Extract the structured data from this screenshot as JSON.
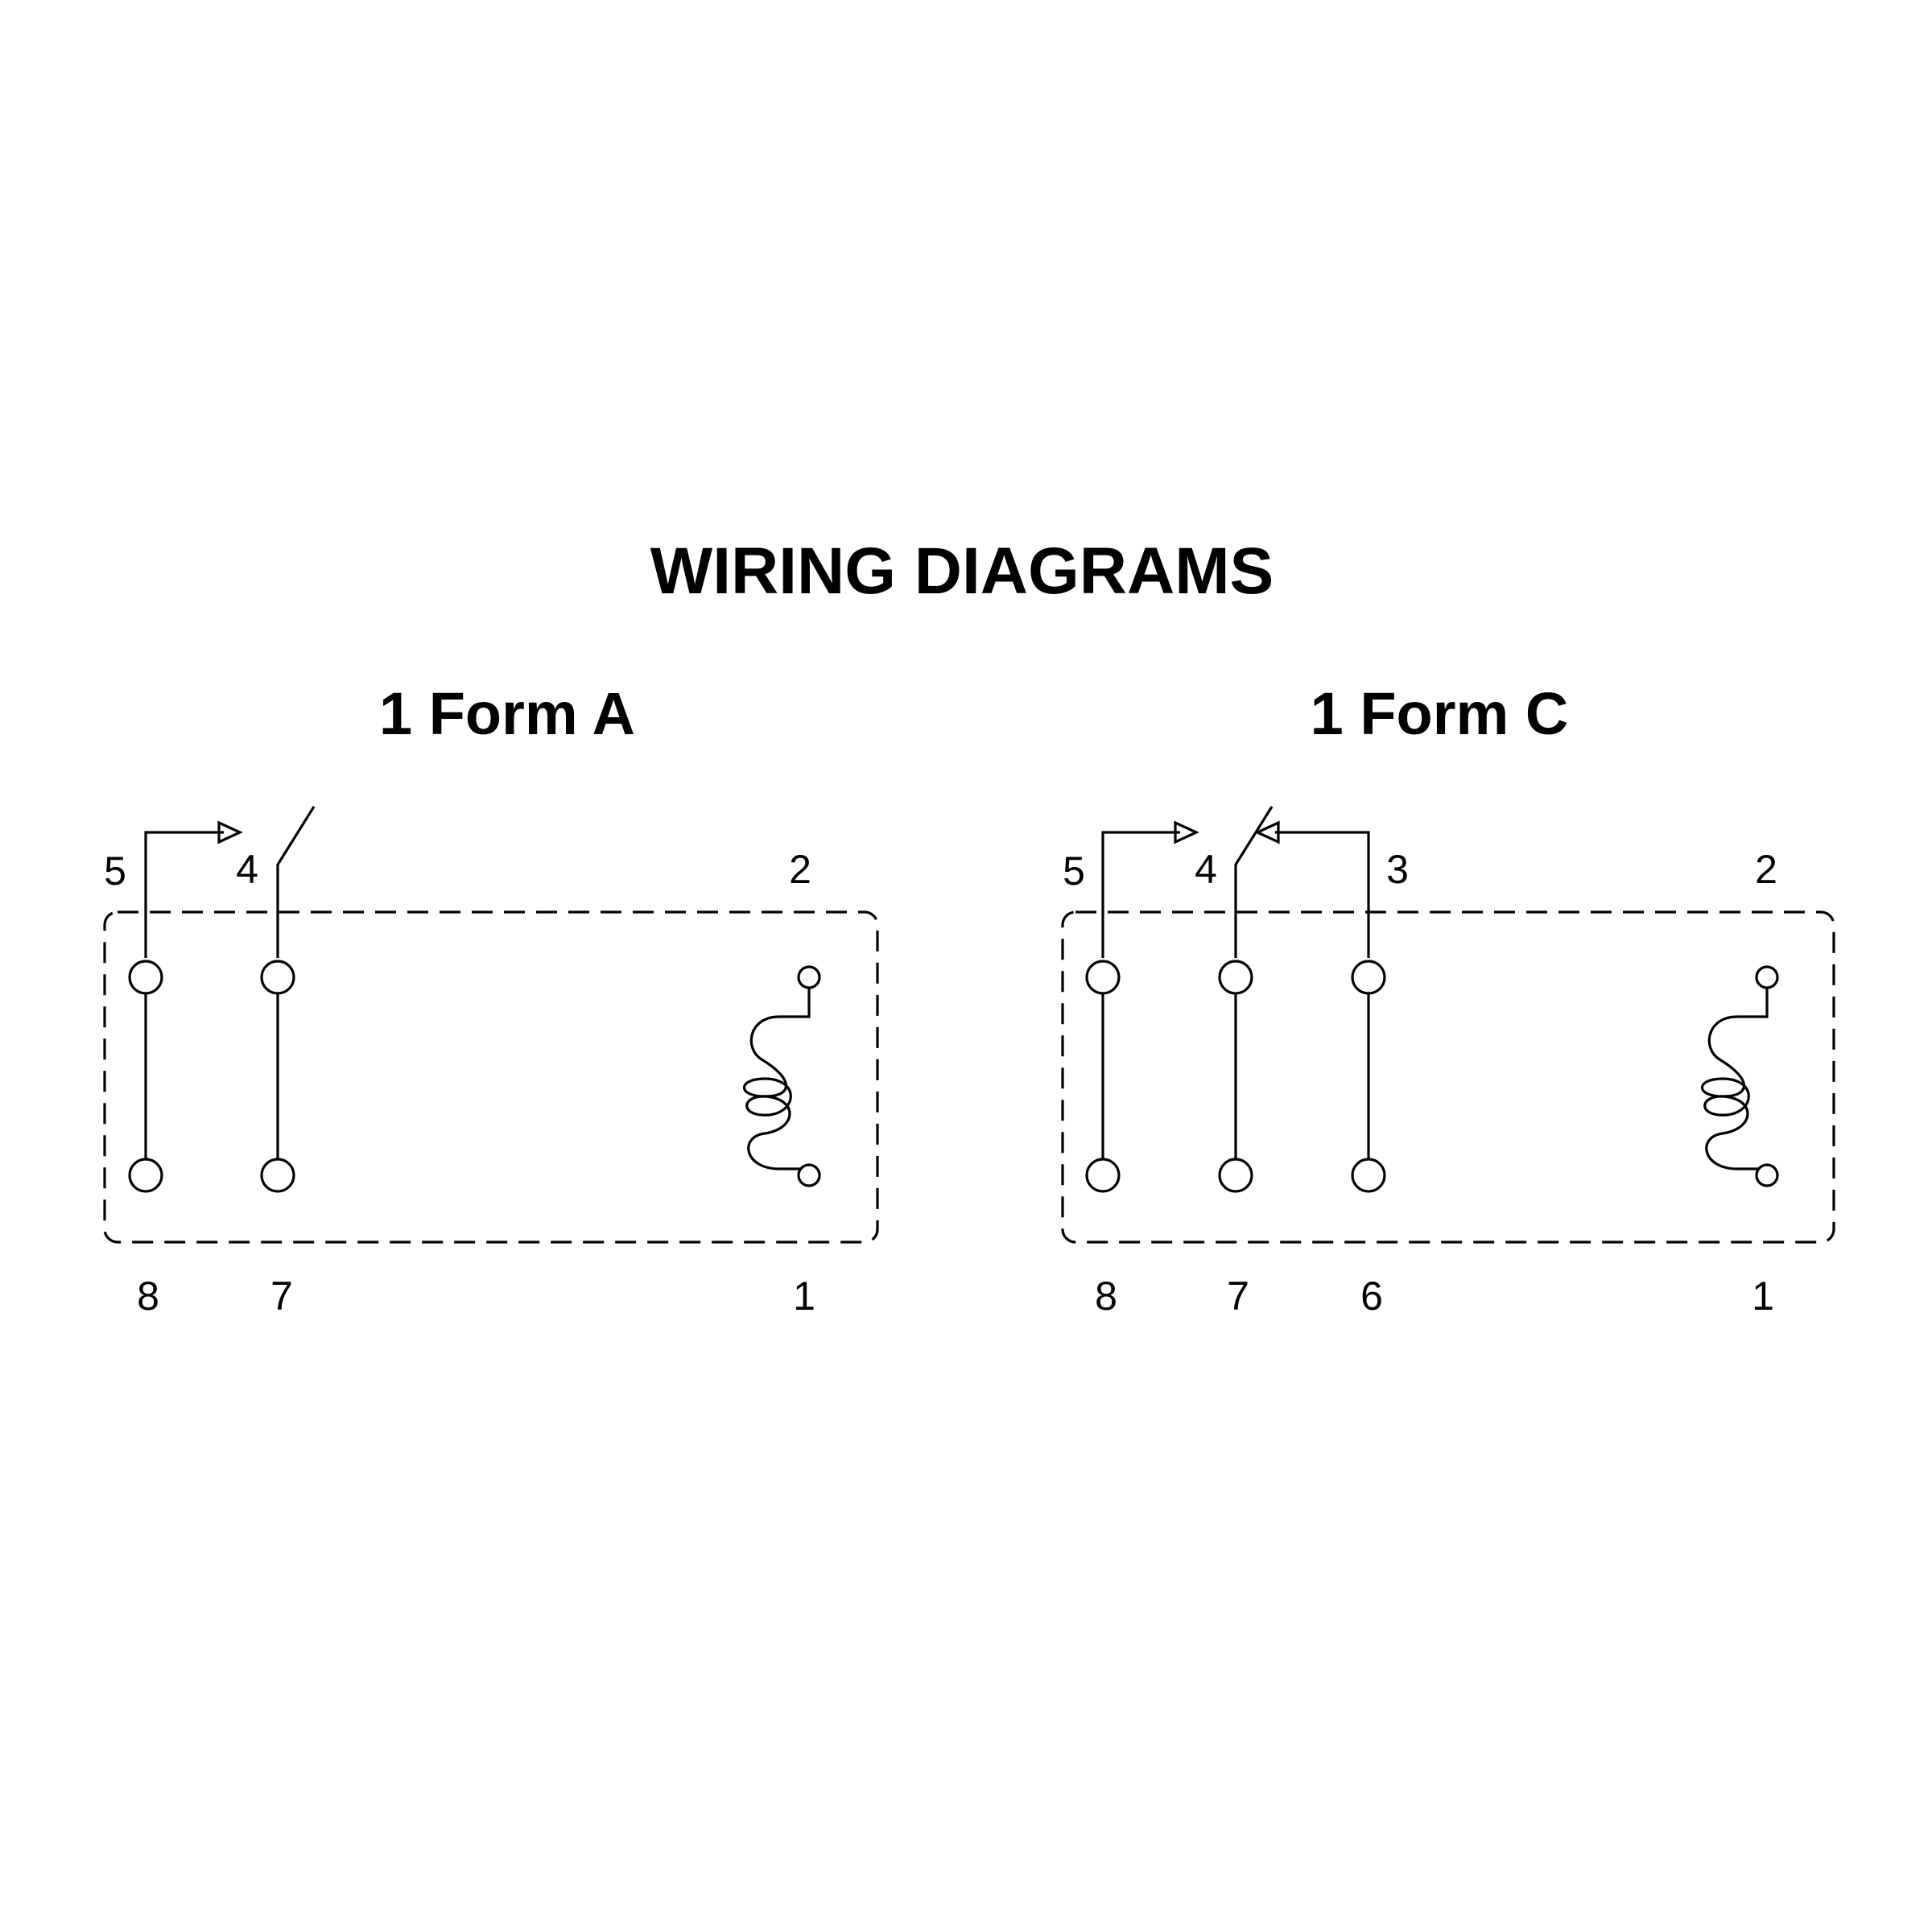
{
  "page": {
    "title": "WIRING DIAGRAMS"
  },
  "diagrams": [
    {
      "name": "1 Form A",
      "top_pins": [
        "5",
        "4",
        "2"
      ],
      "bottom_pins": [
        "8",
        "7",
        "1"
      ]
    },
    {
      "name": "1 Form C",
      "top_pins": [
        "5",
        "4",
        "3",
        "2"
      ],
      "bottom_pins": [
        "8",
        "7",
        "6",
        "1"
      ]
    }
  ],
  "colors": {
    "ink": "#000000",
    "background": "#ffffff"
  }
}
